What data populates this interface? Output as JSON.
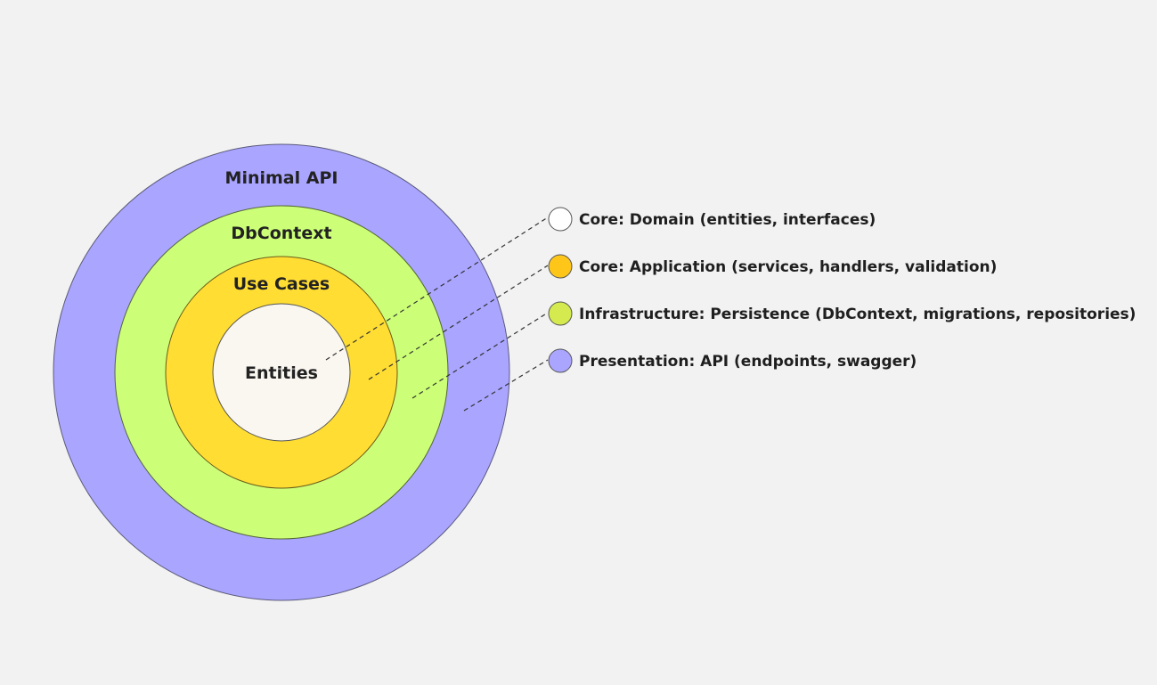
{
  "diagram": {
    "layers": [
      {
        "label": "Minimal API",
        "color": "#aaa5ff"
      },
      {
        "label": "DbContext",
        "color": "#ccff77"
      },
      {
        "label": "Use Cases",
        "color": "#ffdd33"
      },
      {
        "label": "Entities",
        "color": "#faf6f0"
      }
    ],
    "legend": [
      {
        "text": "Core: Domain (entities, interfaces)",
        "color": "#ffffff"
      },
      {
        "text": "Core: Application (services, handlers, validation)",
        "color": "#ffc61a"
      },
      {
        "text": "Infrastructure: Persistence (DbContext, migrations, repositories)",
        "color": "#d4ea4f"
      },
      {
        "text": "Presentation: API (endpoints, swagger)",
        "color": "#aaa5ff"
      }
    ]
  }
}
